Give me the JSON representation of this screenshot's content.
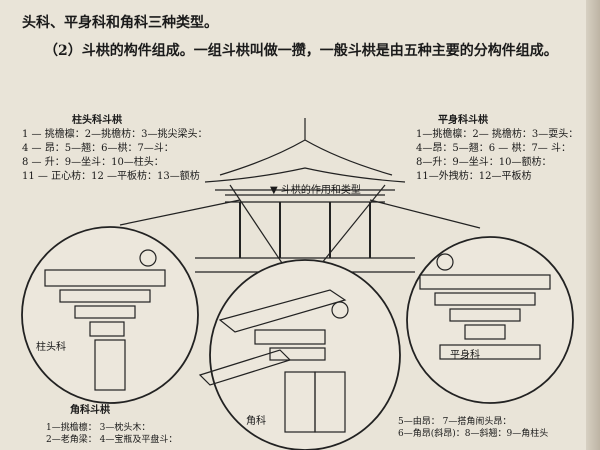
{
  "text": {
    "line1": "头科、平身科和角科三种类型。",
    "line2": "（2）斗栱的构件组成。一组斗栱叫做一攒，一般斗栱是由五种主要的分构件组成。"
  },
  "figure": {
    "center_caption": "斗栱的作用和类型",
    "zhutouke": {
      "title": "柱头科斗栱",
      "items": [
        "1 — 挑檐檩：2—挑檐枋：3—挑尖梁头：",
        "4 — 昂：5—翘：6—栱：7—斗：",
        "8 — 升：9—坐斗：10—柱头：",
        "11 — 正心枋：12 —平板枋：13—额枋"
      ],
      "label": "柱头科"
    },
    "pingshenke": {
      "title": "平身科斗栱",
      "items": [
        "1—挑檐檩：2— 挑檐枋：3—耍头：",
        "4—昂：5—翘：6 — 栱：7— 斗：",
        "8—升：9—坐斗：10—额枋：",
        "11—外拽枋：12—平板枋"
      ],
      "label": "平身科"
    },
    "jiaoke": {
      "title": "角科斗栱",
      "items_left": [
        "1—挑檐檩：  3—枕头木：",
        "2—老角梁：  4—宝瓶及平盘斗："
      ],
      "items_right": [
        "5—由昂：        7—搭角闹头昂：",
        "6—角昂(斜昂)：8—斜翘：9—角柱头"
      ],
      "label": "角科"
    }
  }
}
